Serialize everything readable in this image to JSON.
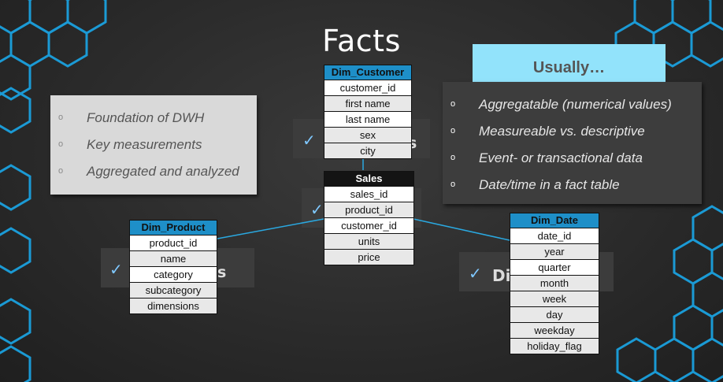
{
  "title": "Facts",
  "callout": {
    "items": [
      "Foundation of DWH",
      "Key measurements",
      "Aggregated and analyzed"
    ]
  },
  "usually": {
    "heading": "Usually…",
    "items": [
      "Aggregatable (numerical values)",
      "Measureable vs. descriptive",
      "Event- or transactional data",
      "Date/time in a fact table"
    ]
  },
  "hidden_boxes": {
    "top_suffix": "s",
    "left_suffix": "s",
    "right_partial": "Di",
    "check": "✓"
  },
  "bullet": "o",
  "tables": {
    "dim_customer": {
      "name": "Dim_Customer",
      "fields": [
        "customer_id",
        "first name",
        "last name",
        "sex",
        "city"
      ]
    },
    "sales": {
      "name": "Sales",
      "fields": [
        "sales_id",
        "product_id",
        "customer_id",
        "units",
        "price"
      ]
    },
    "dim_product": {
      "name": "Dim_Product",
      "fields": [
        "product_id",
        "name",
        "category",
        "subcategory",
        "dimensions"
      ]
    },
    "dim_date": {
      "name": "Dim_Date",
      "fields": [
        "date_id",
        "year",
        "quarter",
        "month",
        "week",
        "day",
        "weekday",
        "holiday_flag"
      ]
    }
  },
  "colors": {
    "hexagon": "#1aa7e8",
    "header_blue": "#1e8fc8",
    "usually_head": "#92e3fb",
    "connector": "#2aa8e0"
  }
}
